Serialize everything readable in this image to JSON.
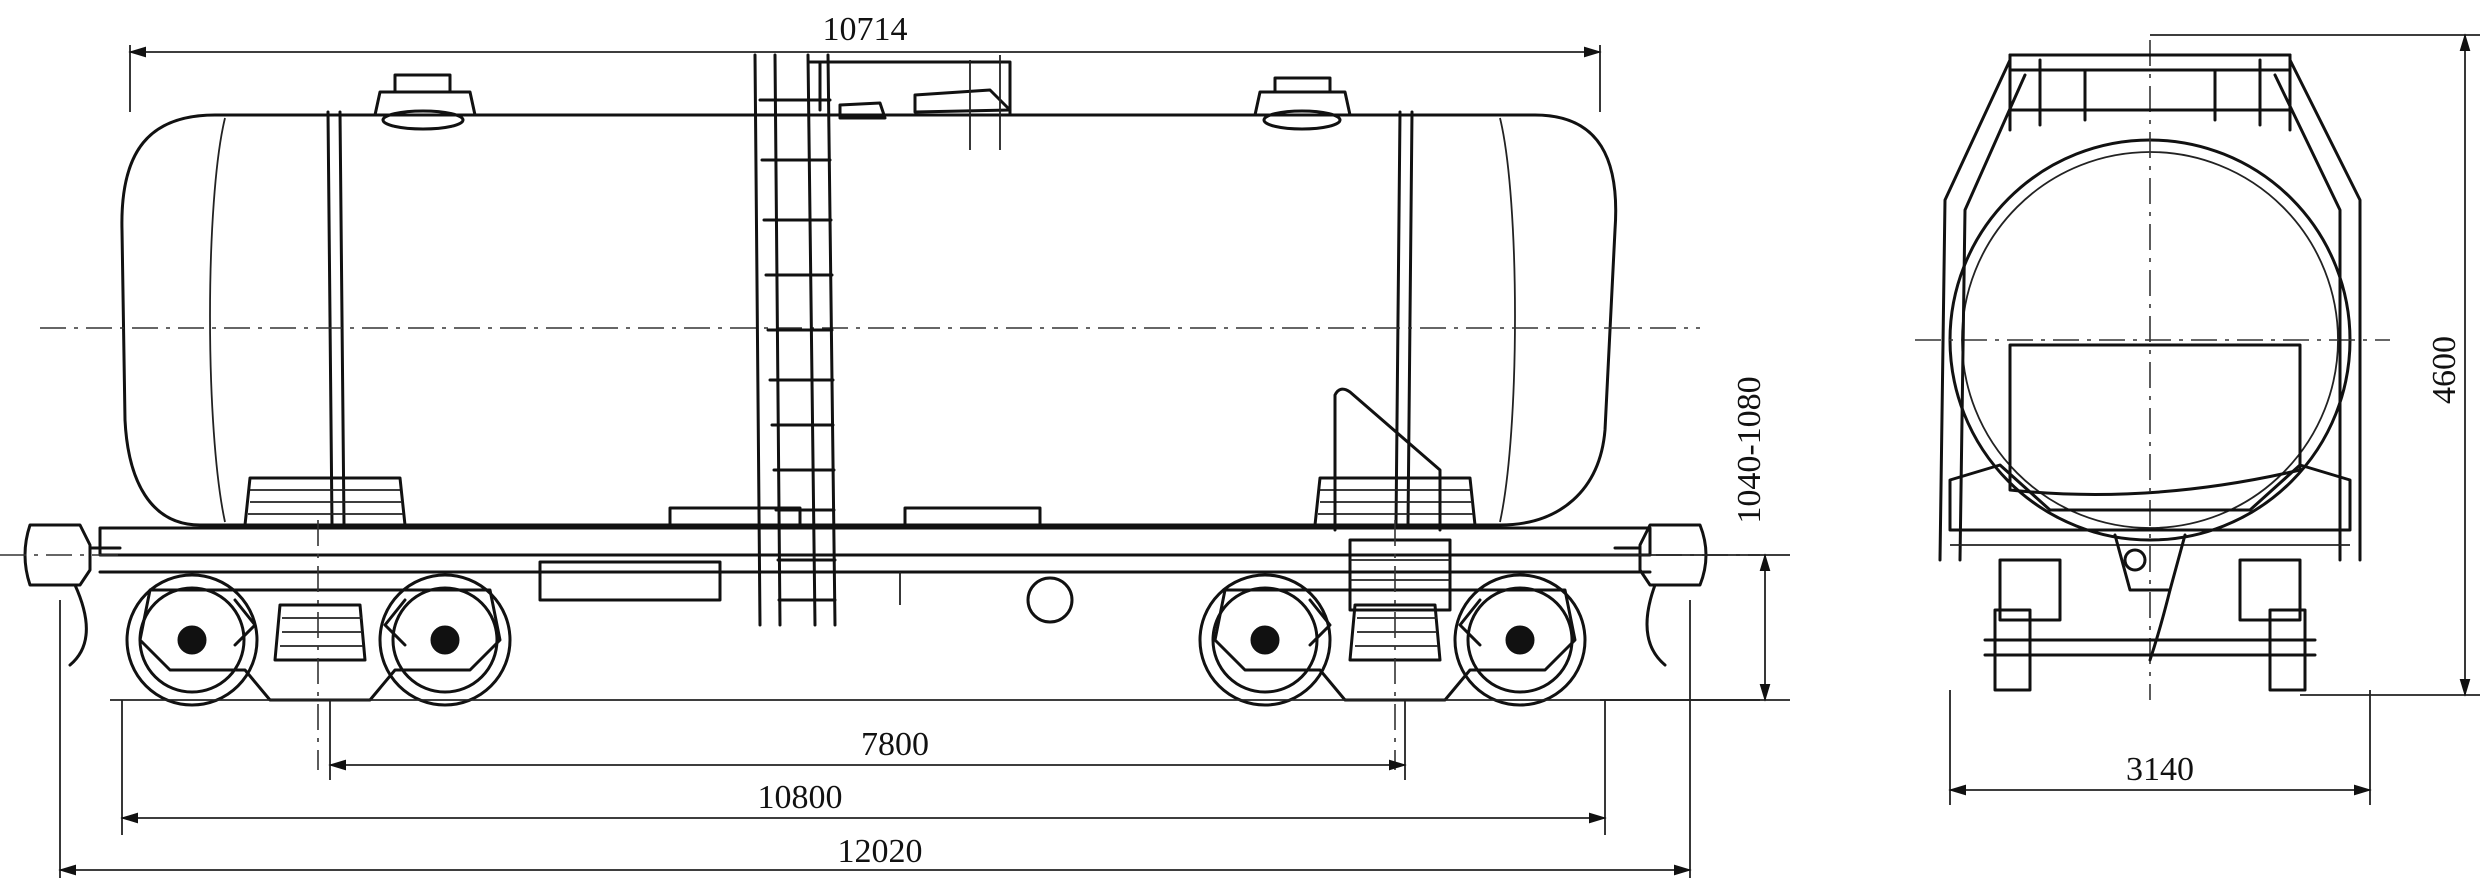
{
  "dimensions": {
    "tank_length": "10714",
    "bogie_center_distance": "7800",
    "frame_length": "10800",
    "coupler_length": "12020",
    "axis_height": "1040-1080",
    "overall_height": "4600",
    "overall_width": "3140"
  }
}
